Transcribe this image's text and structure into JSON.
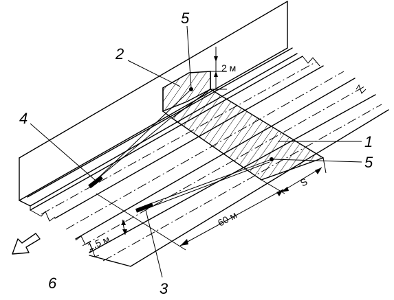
{
  "labels": {
    "l1": "1",
    "l2": "2",
    "l3": "3",
    "l4": "4",
    "l5_top": "5",
    "l5_right": "5",
    "l6": "6"
  },
  "dimensions": {
    "height_2m": "2 м",
    "offset_1_5m": "1,5 м",
    "length_60m": "60 м",
    "distance_s": "S"
  }
}
